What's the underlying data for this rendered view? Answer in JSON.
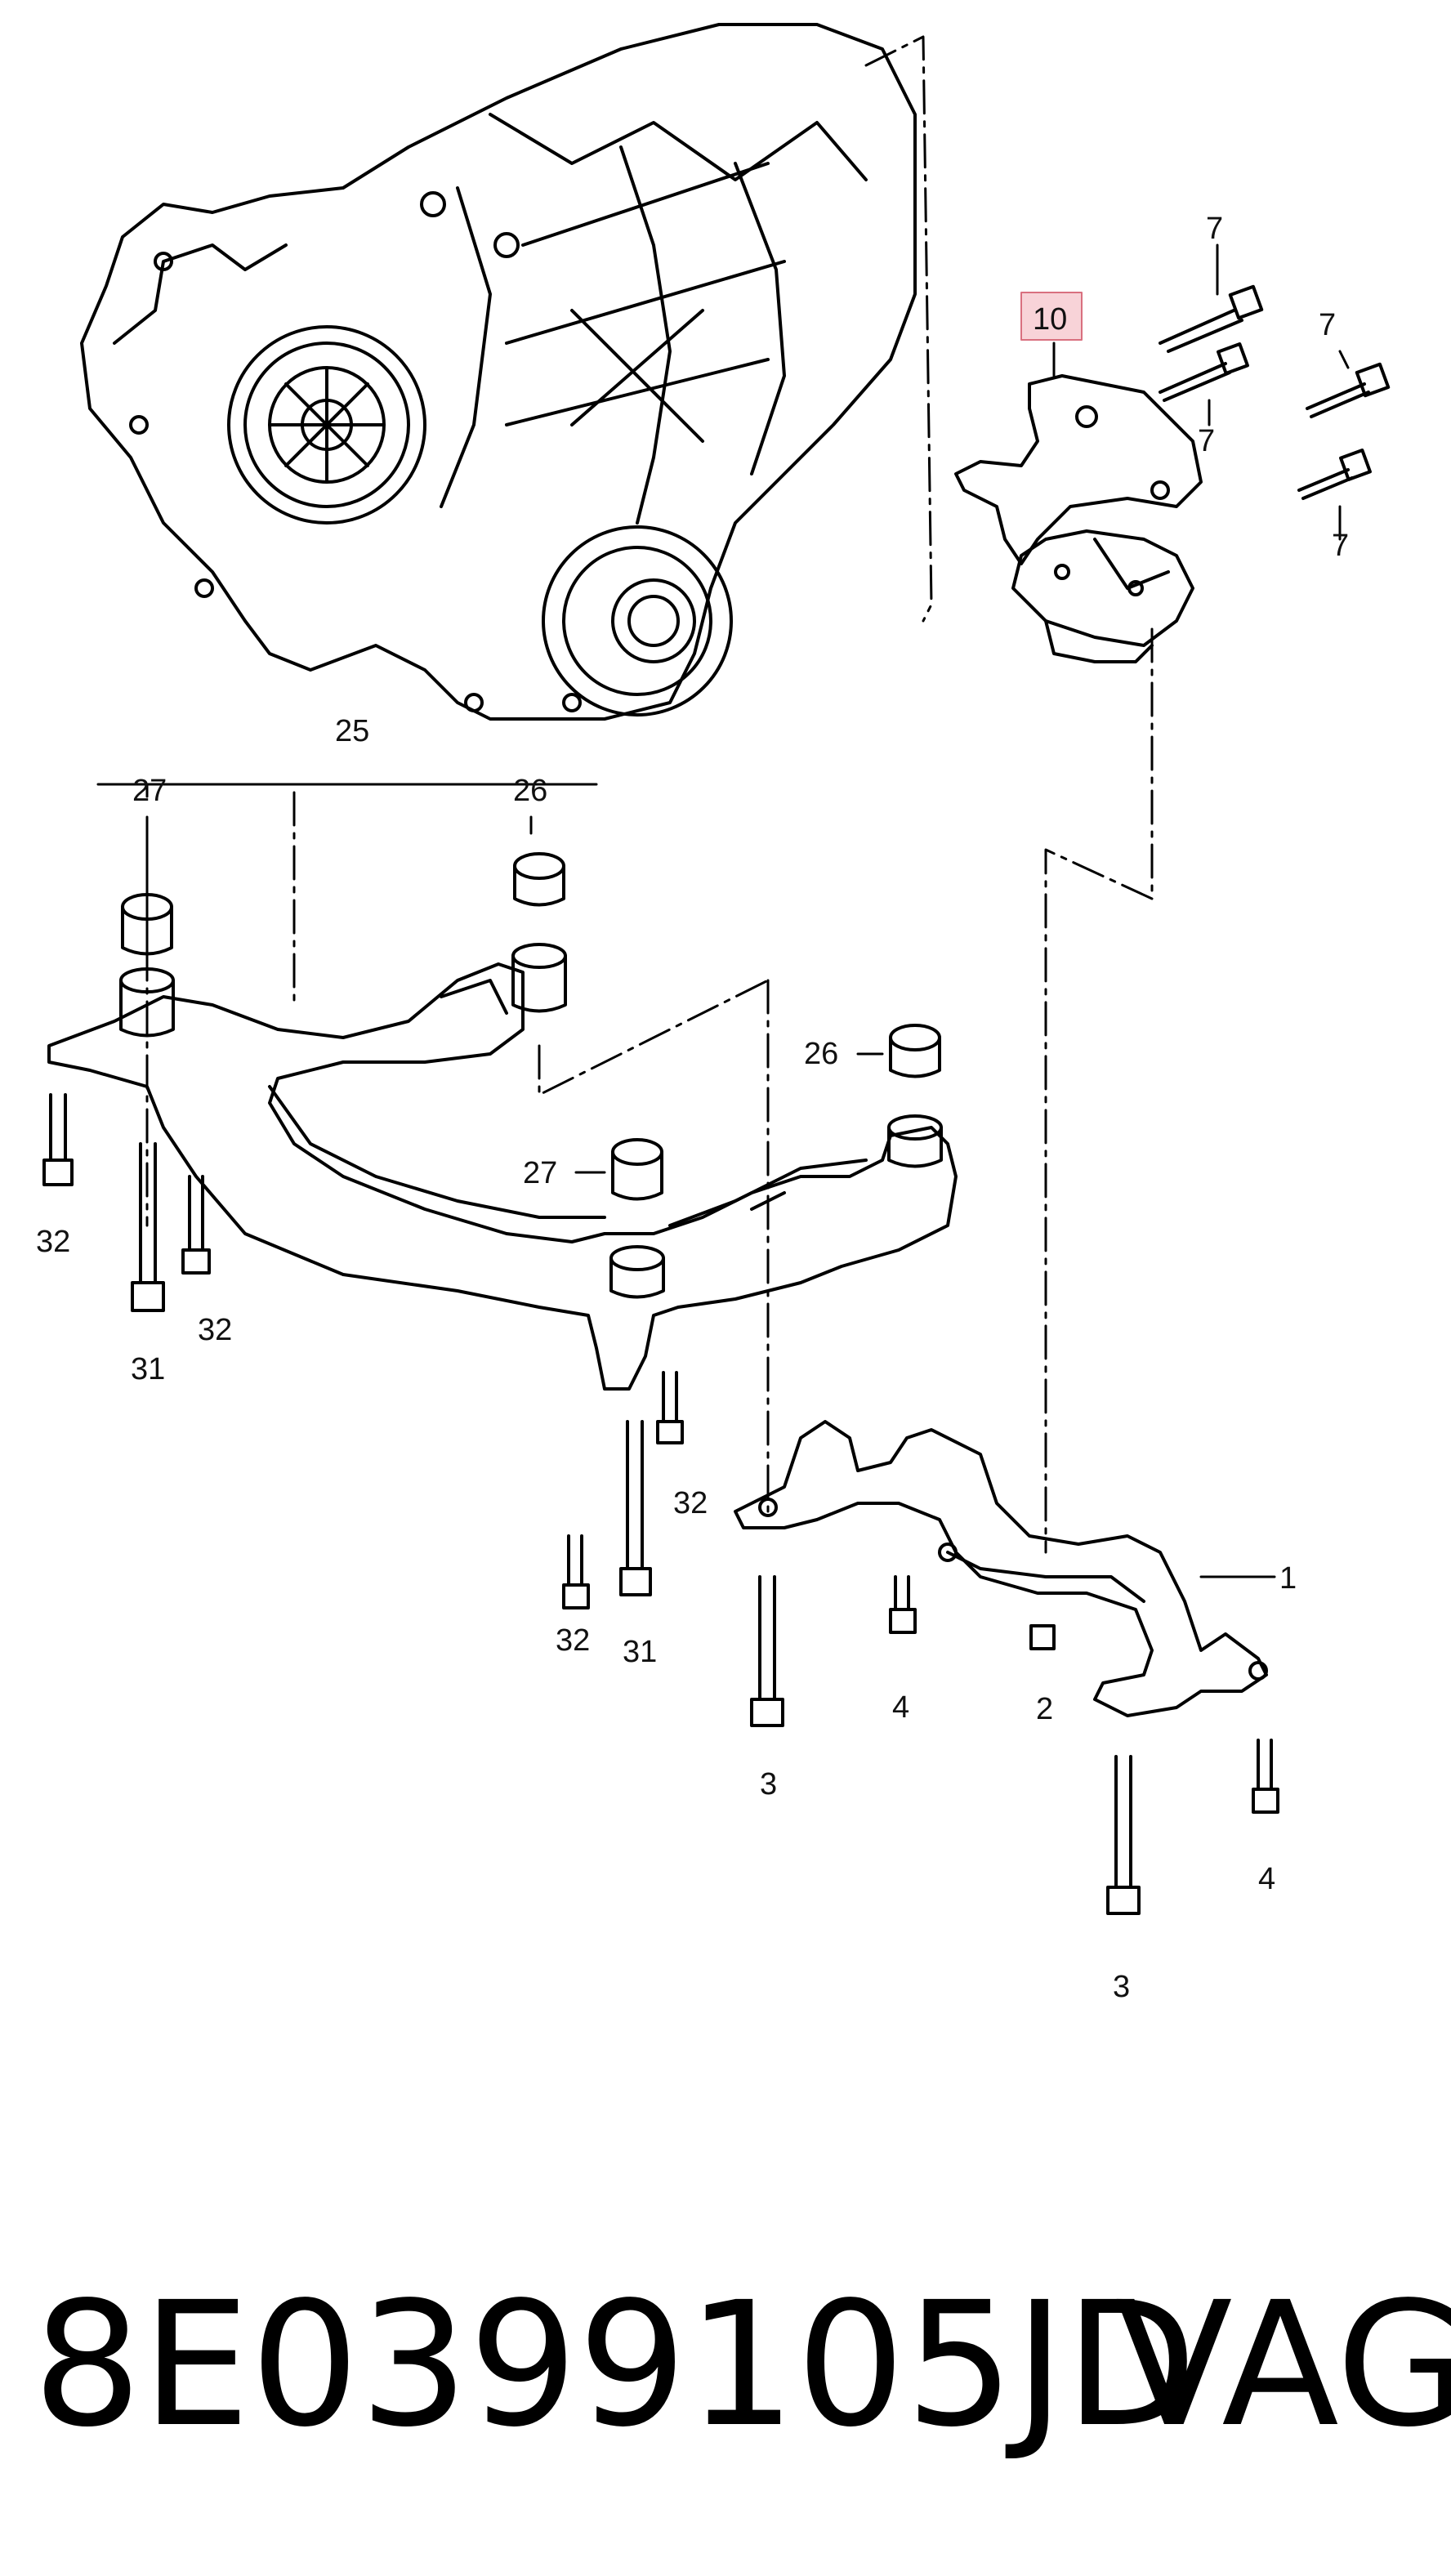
{
  "diagram": {
    "callouts": {
      "c1": "1",
      "c2": "2",
      "c3a": "3",
      "c3b": "3",
      "c4a": "4",
      "c4b": "4",
      "c7a": "7",
      "c7b": "7",
      "c7c": "7",
      "c7d": "7",
      "c10": "10",
      "c25": "25",
      "c26a": "26",
      "c26b": "26",
      "c27a": "27",
      "c27b": "27",
      "c31a": "31",
      "c31b": "31",
      "c32a": "32",
      "c32b": "32",
      "c32c": "32",
      "c32d": "32"
    },
    "highlight_color": "#f8d3d8",
    "highlight_border": "#d9707f"
  },
  "footer": {
    "part_number": "8E0399105JD",
    "brand": "VAG"
  }
}
